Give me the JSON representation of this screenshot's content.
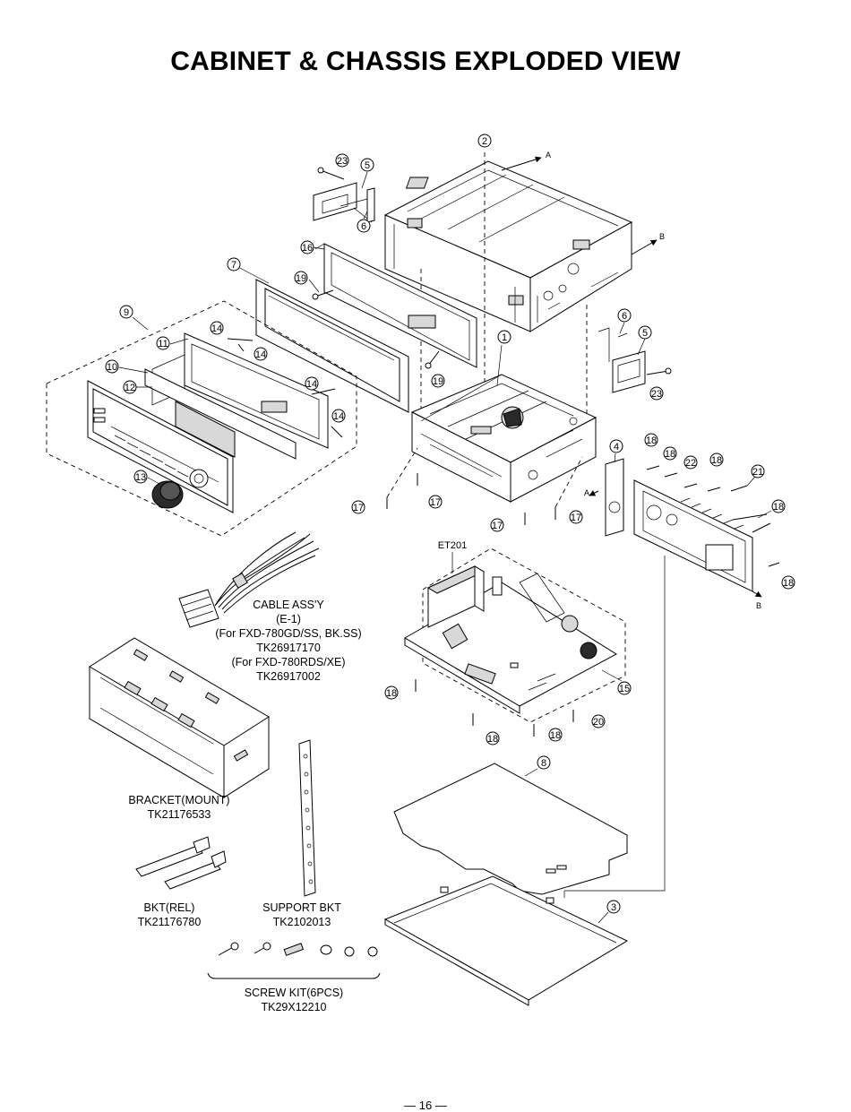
{
  "title": "CABINET & CHASSIS EXPLODED VIEW",
  "page_number": "— 16 —",
  "callouts": {
    "n1": "1",
    "n2": "2",
    "n3": "3",
    "n4": "4",
    "n5": "5",
    "n6": "6",
    "n7": "7",
    "n8": "8",
    "n9": "9",
    "n10": "10",
    "n11": "11",
    "n12": "12",
    "n13": "13",
    "n14": "14",
    "n15": "15",
    "n16": "16",
    "n17": "17",
    "n18": "18",
    "n19": "19",
    "n20": "20",
    "n21": "21",
    "n22": "22",
    "n23": "23"
  },
  "direction_marks": {
    "a": "A",
    "b": "B"
  },
  "module_label": "ET201",
  "cable": {
    "name": "CABLE ASS'Y",
    "ref": "(E-1)",
    "variant1": "(For FXD-780GD/SS, BK.SS)",
    "part1": "TK26917170",
    "variant2": "(For FXD-780RDS/XE)",
    "part2": "TK26917002"
  },
  "bracket_mount": {
    "name": "BRACKET(MOUNT)",
    "part": "TK21176533"
  },
  "bkt_rel": {
    "name": "BKT(REL)",
    "part": "TK21176780"
  },
  "support_bkt": {
    "name": "SUPPORT BKT",
    "part": "TK2102013"
  },
  "screw_kit": {
    "name": "SCREW KIT(6PCS)",
    "part": "TK29X12210"
  }
}
